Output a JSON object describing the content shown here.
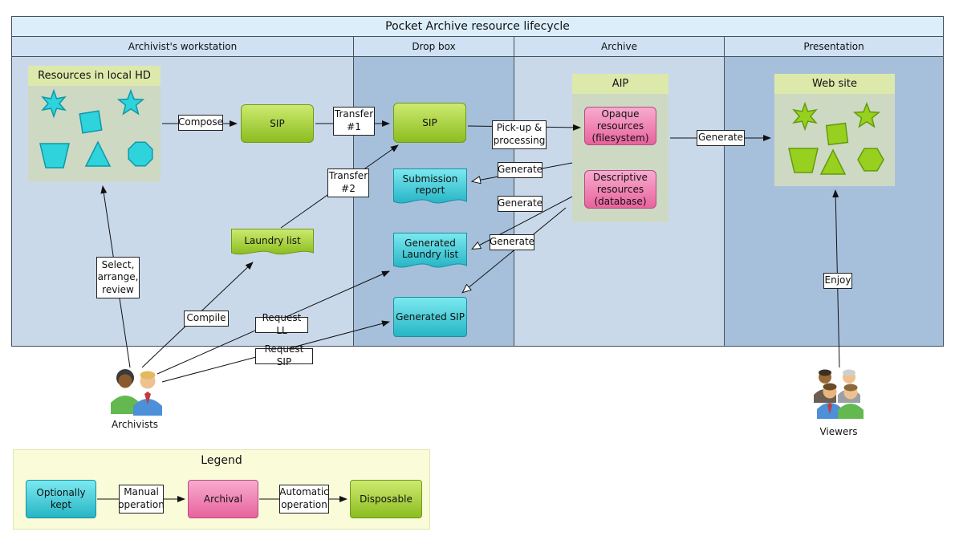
{
  "title": "Pocket Archive resource lifecycle",
  "lanes": {
    "workstation": "Archivist's workstation",
    "dropbox": "Drop box",
    "archive": "Archive",
    "presentation": "Presentation"
  },
  "containers": {
    "resources": "Resources in local HD",
    "aip": "AIP",
    "website": "Web site"
  },
  "nodes": {
    "sip1": "SIP",
    "sip2": "SIP",
    "submission_report": "Submission report",
    "laundry_list": "Laundry list",
    "generated_laundry_list": "Generated Laundry list",
    "generated_sip": "Generated SIP",
    "opaque_resources": "Opaque resources (filesystem)",
    "descriptive_resources": "Descriptive resources (database)"
  },
  "labels": {
    "compose": "Compose",
    "transfer_1": "Transfer #1",
    "transfer_2": "Transfer #2",
    "pickup_processing": "Pick-up & processing",
    "generate_report": "Generate",
    "generate_ll": "Generate",
    "generate_sip": "Generate",
    "generate_web": "Generate",
    "select_arrange_review": "Select, arrange, review",
    "compile": "Compile",
    "request_ll": "Request LL",
    "request_sip": "Request SIP",
    "enjoy": "Enjoy"
  },
  "actors": {
    "archivists": "Archivists",
    "viewers": "Viewers"
  },
  "legend": {
    "title": "Legend",
    "optionally_kept": "Optionally kept",
    "manual_operation": "Manual operation",
    "archival": "Archival",
    "automatic_operation": "Automatic operation",
    "disposable": "Disposable"
  },
  "colors": {
    "disposable_green": "#8cbd20",
    "optionally_kept_cyan": "#27b5c5",
    "archival_pink": "#e8639d",
    "lane_light": "#c9d9ea",
    "lane_dark": "#a6c0dc",
    "title_bg": "#ddeefb",
    "container_sage": "#cdd9c3",
    "container_header": "#dde9ab"
  }
}
